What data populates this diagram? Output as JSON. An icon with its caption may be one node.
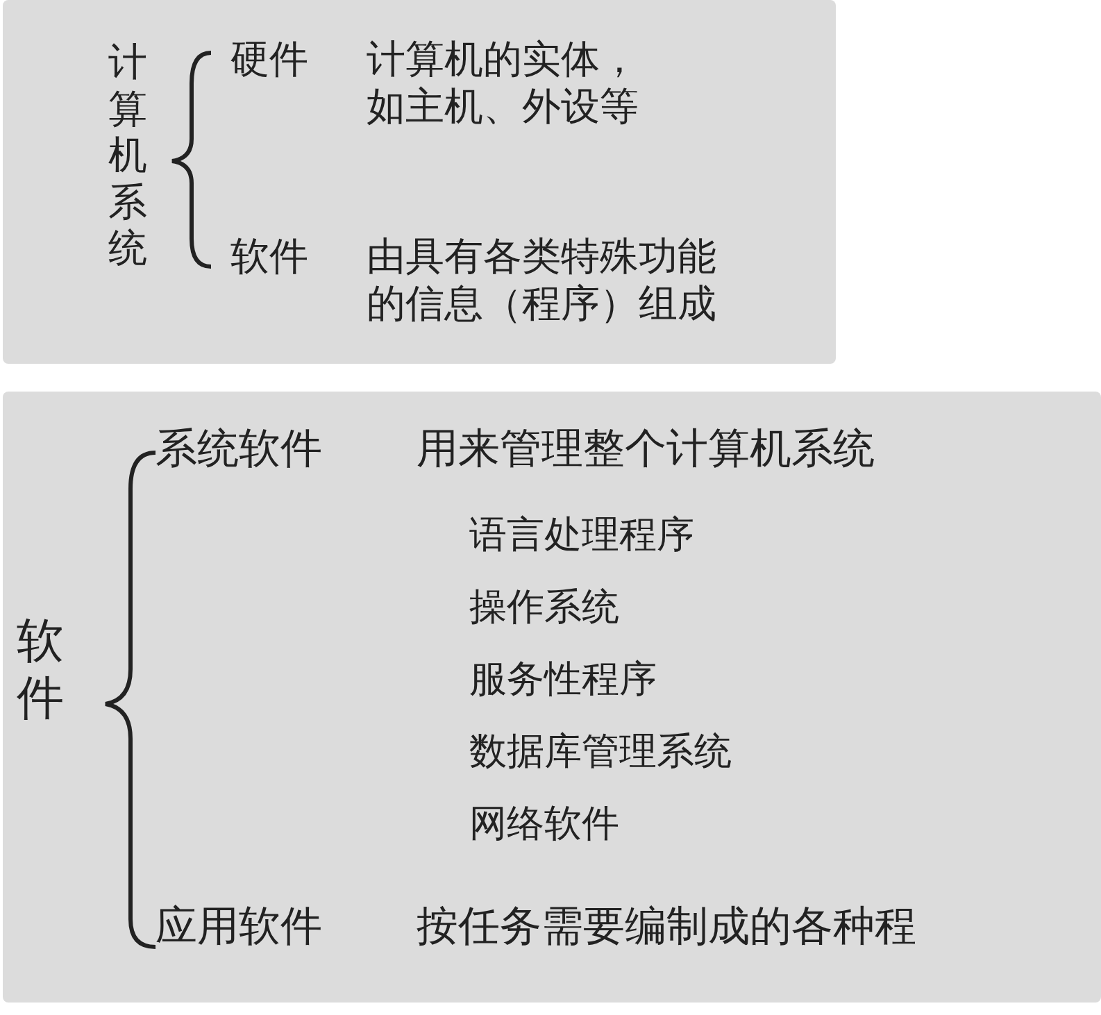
{
  "diagram": {
    "nodes": [
      {
        "text": [
          "计算机系统",
          "硬件",
          "计算机的实体，如主机、外设等",
          "软件",
          "由具有各类特殊功能的信息（程序）组成"
        ]
      },
      {
        "text": [
          "软件",
          "系统软件",
          "用来管理整个计算机系统",
          "语言处理程序",
          "操作系统",
          "服务性程序",
          "数据库管理系统",
          "网络软件",
          "应用软件",
          "按任务需要编制成的各种程"
        ]
      }
    ]
  }
}
